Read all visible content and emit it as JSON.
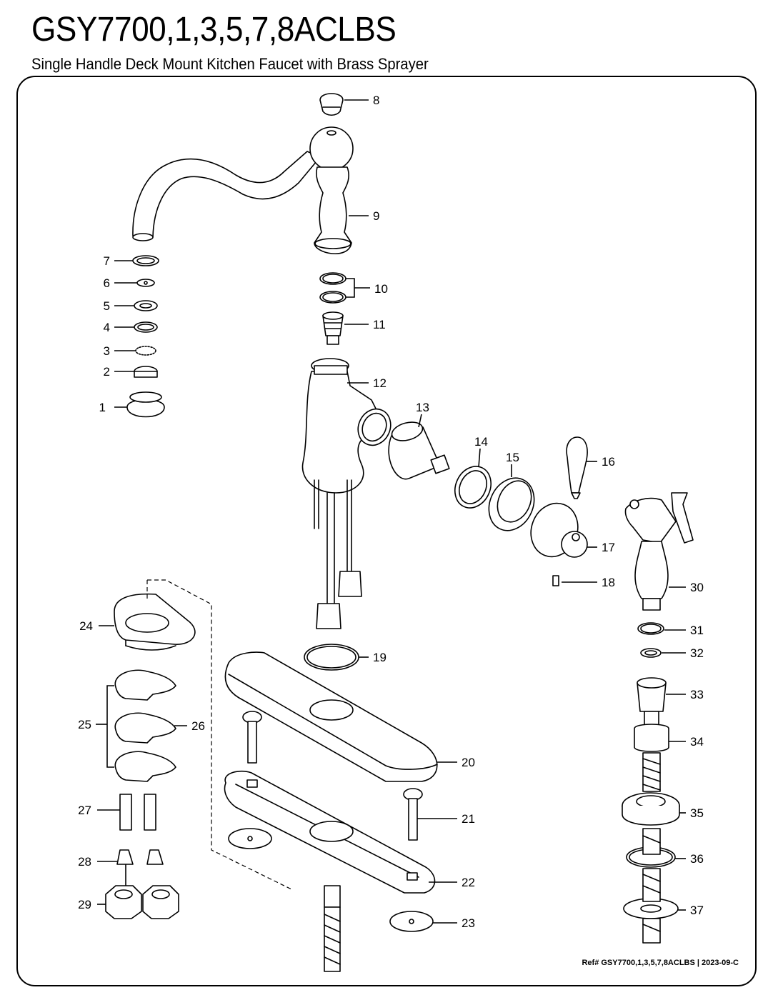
{
  "header": {
    "model": "GSY7700,1,3,5,7,8ACLBS",
    "description": "Single Handle Deck Mount Kitchen Faucet with Brass Sprayer"
  },
  "parts": [
    {
      "number": "1"
    },
    {
      "number": "2"
    },
    {
      "number": "3"
    },
    {
      "number": "4"
    },
    {
      "number": "5"
    },
    {
      "number": "6"
    },
    {
      "number": "7"
    },
    {
      "number": "8"
    },
    {
      "number": "9"
    },
    {
      "number": "10"
    },
    {
      "number": "11"
    },
    {
      "number": "12"
    },
    {
      "number": "13"
    },
    {
      "number": "14"
    },
    {
      "number": "15"
    },
    {
      "number": "16"
    },
    {
      "number": "17"
    },
    {
      "number": "18"
    },
    {
      "number": "19"
    },
    {
      "number": "20"
    },
    {
      "number": "21"
    },
    {
      "number": "22"
    },
    {
      "number": "23"
    },
    {
      "number": "24"
    },
    {
      "number": "25"
    },
    {
      "number": "26"
    },
    {
      "number": "27"
    },
    {
      "number": "28"
    },
    {
      "number": "29"
    },
    {
      "number": "30"
    },
    {
      "number": "31"
    },
    {
      "number": "32"
    },
    {
      "number": "33"
    },
    {
      "number": "34"
    },
    {
      "number": "35"
    },
    {
      "number": "36"
    },
    {
      "number": "37"
    }
  ],
  "footer": {
    "reference": "Ref# GSY7700,1,3,5,7,8ACLBS | 2023-09-C"
  }
}
